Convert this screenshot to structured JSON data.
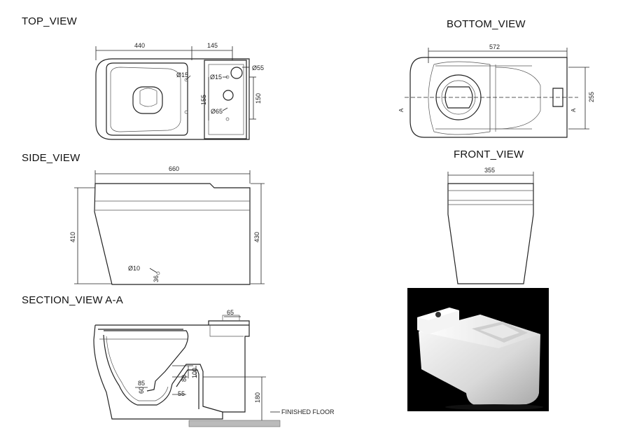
{
  "views": {
    "top": {
      "title": "TOP_VIEW",
      "dims": {
        "w440": "440",
        "w145": "145",
        "d15a": "Ø15",
        "d55": "Ø55",
        "d15b": "Ø15",
        "h155": "155",
        "h150": "150",
        "d65": "Ø65"
      }
    },
    "bottom": {
      "title": "BOTTOM_VIEW",
      "dims": {
        "w572": "572",
        "h255": "255",
        "sec_left": "A",
        "sec_right": "A"
      }
    },
    "side": {
      "title": "SIDE_VIEW",
      "dims": {
        "w660": "660",
        "h410": "410",
        "h430": "430",
        "d10": "Ø10",
        "h36": "36"
      }
    },
    "front": {
      "title": "FRONT_VIEW",
      "dims": {
        "w355": "355"
      }
    },
    "section": {
      "title": "SECTION_VIEW  A-A",
      "dims": {
        "d65": "65",
        "d85": "85",
        "d60": "60",
        "d80": "80",
        "d100": "100",
        "d55": "55",
        "d180": "180"
      },
      "floor_label": "FINISHED FLOOR"
    }
  }
}
